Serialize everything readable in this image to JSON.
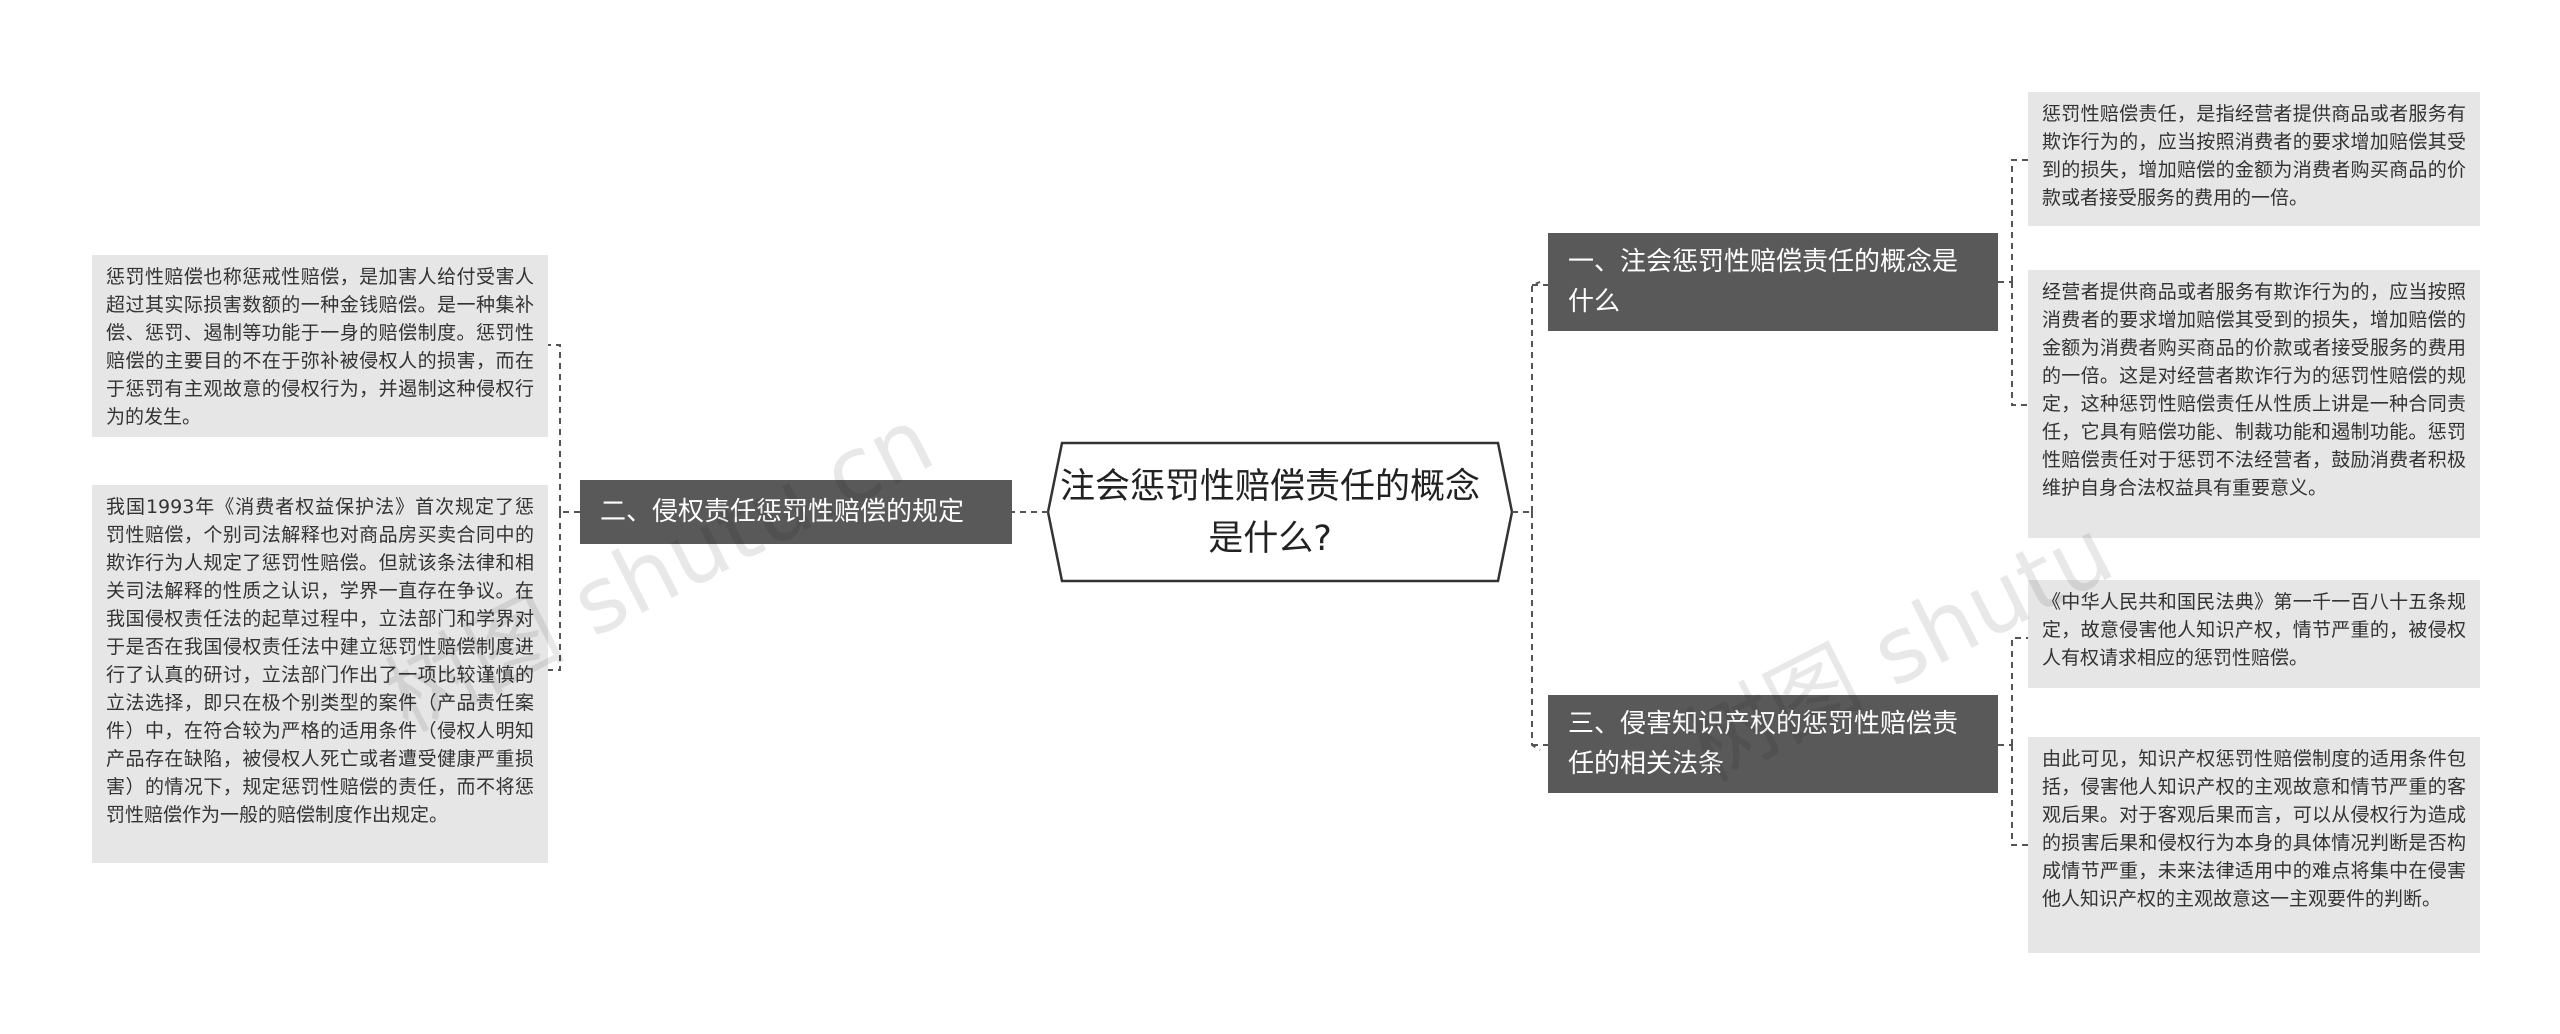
{
  "root": {
    "title": "注会惩罚性赔偿责任的概念是什么?"
  },
  "branches": [
    {
      "label": "一、注会惩罚性赔偿责任的概念是什么",
      "leaves": [
        "惩罚性赔偿责任，是指经营者提供商品或者服务有欺诈行为的，应当按照消费者的要求增加赔偿其受到的损失，增加赔偿的金额为消费者购买商品的价款或者接受服务的费用的一倍。",
        "经营者提供商品或者服务有欺诈行为的，应当按照消费者的要求增加赔偿其受到的损失，增加赔偿的金额为消费者购买商品的价款或者接受服务的费用的一倍。这是对经营者欺诈行为的惩罚性赔偿的规定，这种惩罚性赔偿责任从性质上讲是一种合同责任，它具有赔偿功能、制裁功能和遏制功能。惩罚性赔偿责任对于惩罚不法经营者，鼓励消费者积极维护自身合法权益具有重要意义。"
      ]
    },
    {
      "label": "二、侵权责任惩罚性赔偿的规定",
      "leaves": [
        "惩罚性赔偿也称惩戒性赔偿，是加害人给付受害人超过其实际损害数额的一种金钱赔偿。是一种集补偿、惩罚、遏制等功能于一身的赔偿制度。惩罚性赔偿的主要目的不在于弥补被侵权人的损害，而在于惩罚有主观故意的侵权行为，并遏制这种侵权行为的发生。",
        "我国1993年《消费者权益保护法》首次规定了惩罚性赔偿，个别司法解释也对商品房买卖合同中的欺诈行为人规定了惩罚性赔偿。但就该条法律和相关司法解释的性质之认识，学界一直存在争议。在我国侵权责任法的起草过程中，立法部门和学界对于是否在我国侵权责任法中建立惩罚性赔偿制度进行了认真的研讨，立法部门作出了一项比较谨慎的立法选择，即只在极个别类型的案件（产品责任案件）中，在符合较为严格的适用条件（侵权人明知产品存在缺陷，被侵权人死亡或者遭受健康严重损害）的情况下，规定惩罚性赔偿的责任，而不将惩罚性赔偿作为一般的赔偿制度作出规定。"
      ]
    },
    {
      "label": "三、侵害知识产权的惩罚性赔偿责任的相关法条",
      "leaves": [
        "《中华人民共和国民法典》第一千一百八十五条规定，故意侵害他人知识产权，情节严重的，被侵权人有权请求相应的惩罚性赔偿。",
        "由此可见，知识产权惩罚性赔偿制度的适用条件包括，侵害他人知识产权的主观故意和情节严重的客观后果。对于客观后果而言，可以从侵权行为造成的损害后果和侵权行为本身的具体情况判断是否构成情节严重，未来法律适用中的难点将集中在侵害他人知识产权的主观故意这一主观要件的判断。"
      ]
    }
  ],
  "watermarks": [
    "树图 shutu.cn",
    "树图 shutu"
  ],
  "colors": {
    "branch_bg": "#595959",
    "leaf_bg": "#e6e6e6",
    "connector": "#555555",
    "root_border": "#333333"
  }
}
